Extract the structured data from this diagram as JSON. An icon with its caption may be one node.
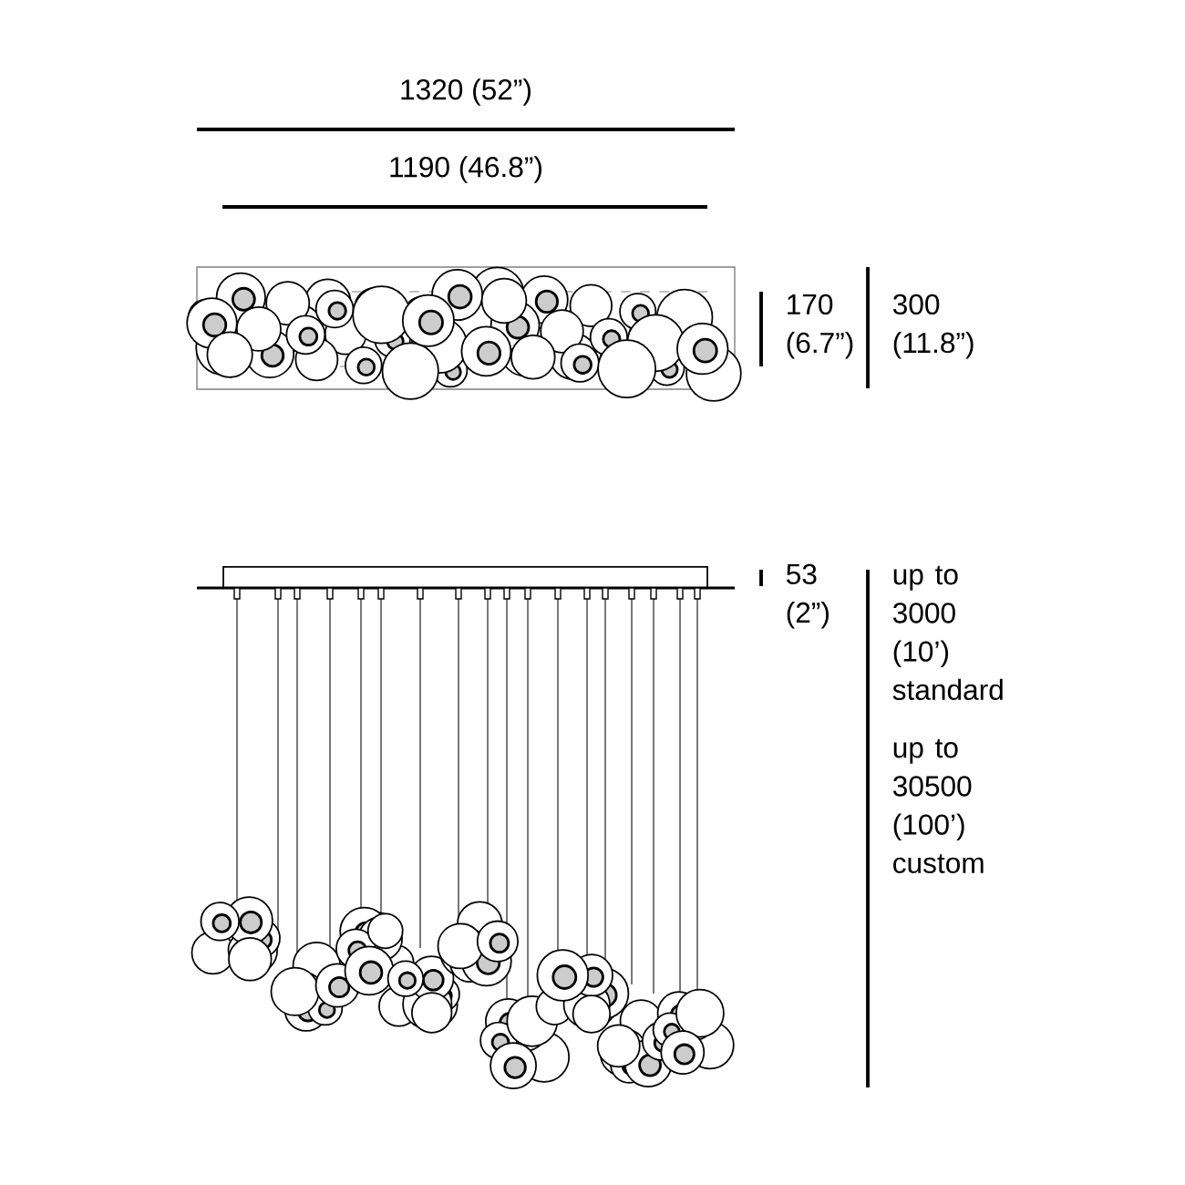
{
  "diagram": {
    "labels": [
      "1320  (52”)",
      "1190 (46.8”)",
      "170 (6.7”)",
      "300 (11.8”)",
      "53 (2”)",
      "up to 3000 (10’) standard",
      "up to 30500 (100’) custom"
    ]
  }
}
